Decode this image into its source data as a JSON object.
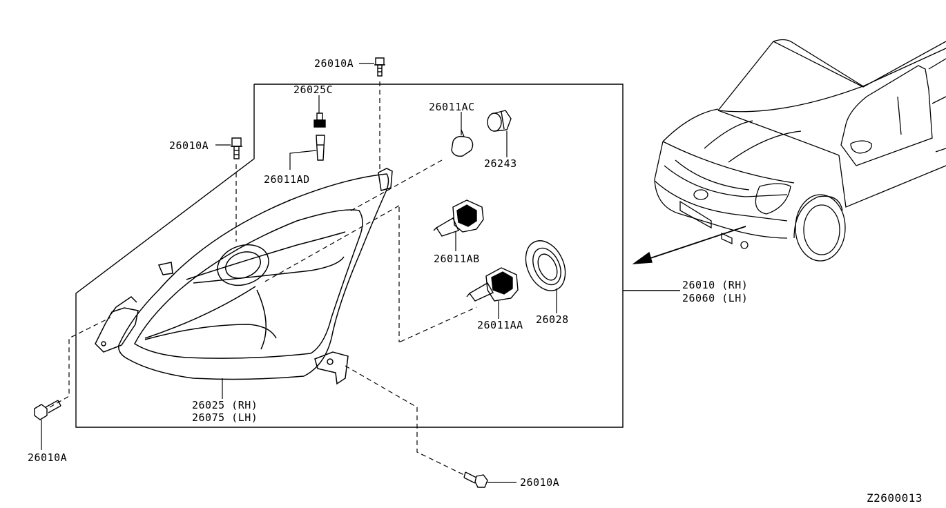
{
  "diagram_id": "Z2600013",
  "labels": {
    "bolt_top": "26010A",
    "bolt_left_top": "26010A",
    "bolt_left_bottom": "26010A",
    "bolt_bottom_right": "26010A",
    "socket_top": "26025C",
    "bulb_side": "26011AD",
    "bulb_small": "26011AC",
    "socket_small": "26243",
    "bulb_mid": "26011AB",
    "bulb_main": "26011AA",
    "cap": "26028",
    "housing_rh": "26025 (RH)",
    "housing_lh": "26075 (LH)",
    "assembly_rh": "26010 (RH)",
    "assembly_lh": "26060 (LH)"
  }
}
